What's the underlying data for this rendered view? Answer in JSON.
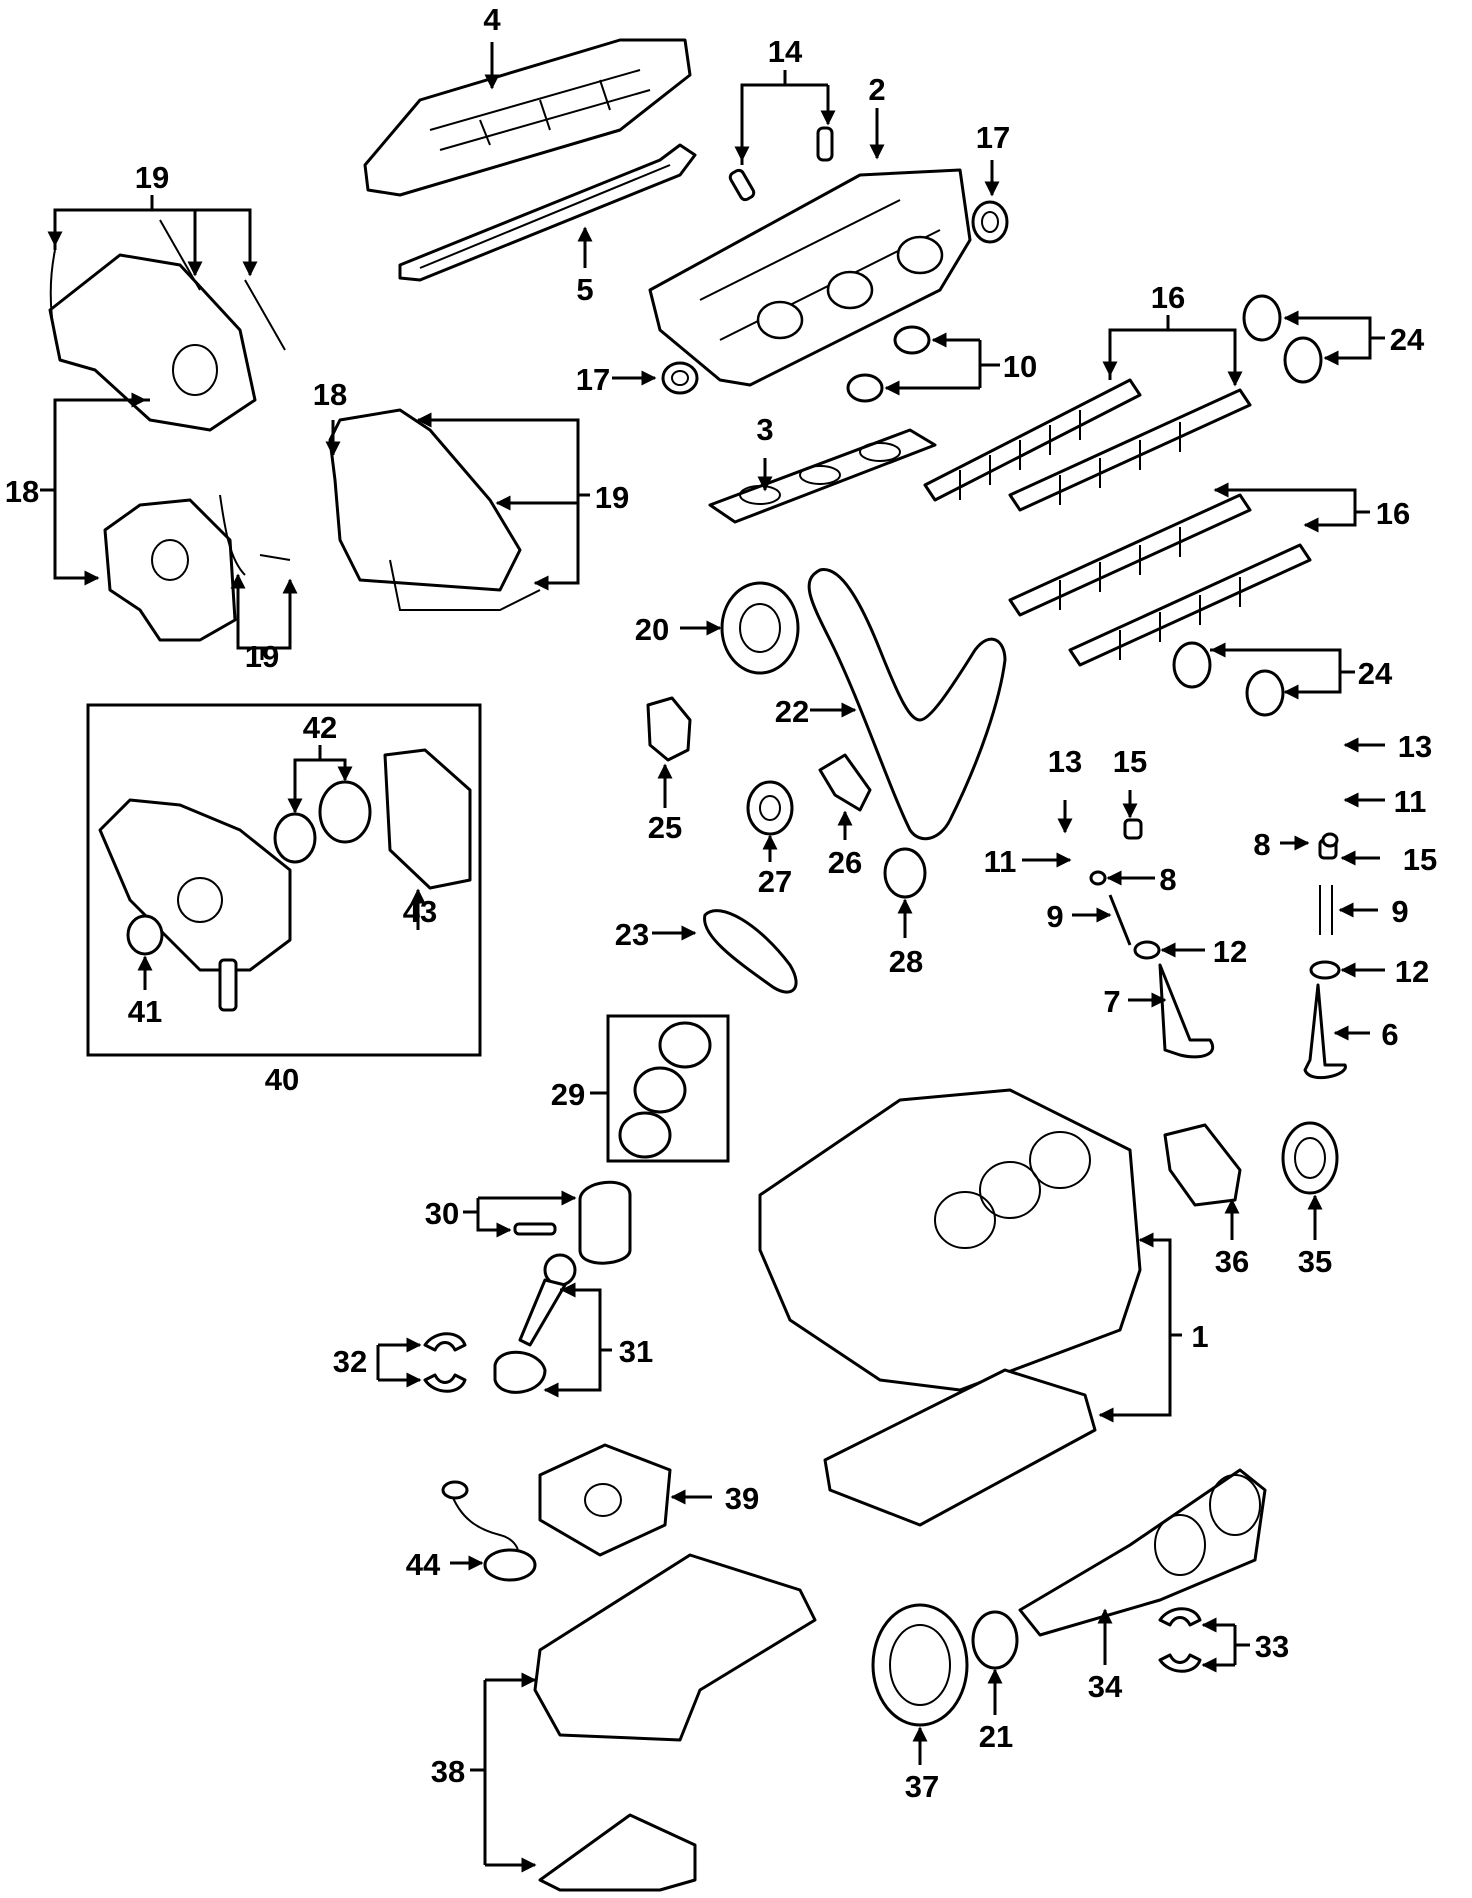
{
  "labels": {
    "n1": "1",
    "n2": "2",
    "n3": "3",
    "n4": "4",
    "n5": "5",
    "n6": "6",
    "n7": "7",
    "n8a": "8",
    "n8b": "8",
    "n9a": "9",
    "n9b": "9",
    "n10": "10",
    "n11a": "11",
    "n11b": "11",
    "n12a": "12",
    "n12b": "12",
    "n13a": "13",
    "n13b": "13",
    "n14": "14",
    "n15a": "15",
    "n15b": "15",
    "n16a": "16",
    "n16b": "16",
    "n17a": "17",
    "n17b": "17",
    "n18a": "18",
    "n18b": "18",
    "n19a": "19",
    "n19b": "19",
    "n19c": "19",
    "n20": "20",
    "n21": "21",
    "n22": "22",
    "n23": "23",
    "n24a": "24",
    "n24b": "24",
    "n25": "25",
    "n26": "26",
    "n27": "27",
    "n28": "28",
    "n29": "29",
    "n30": "30",
    "n31": "31",
    "n32": "32",
    "n33": "33",
    "n34": "34",
    "n35": "35",
    "n36": "36",
    "n37": "37",
    "n38": "38",
    "n39": "39",
    "n40": "40",
    "n41": "41",
    "n42": "42",
    "n43": "43",
    "n44": "44"
  }
}
